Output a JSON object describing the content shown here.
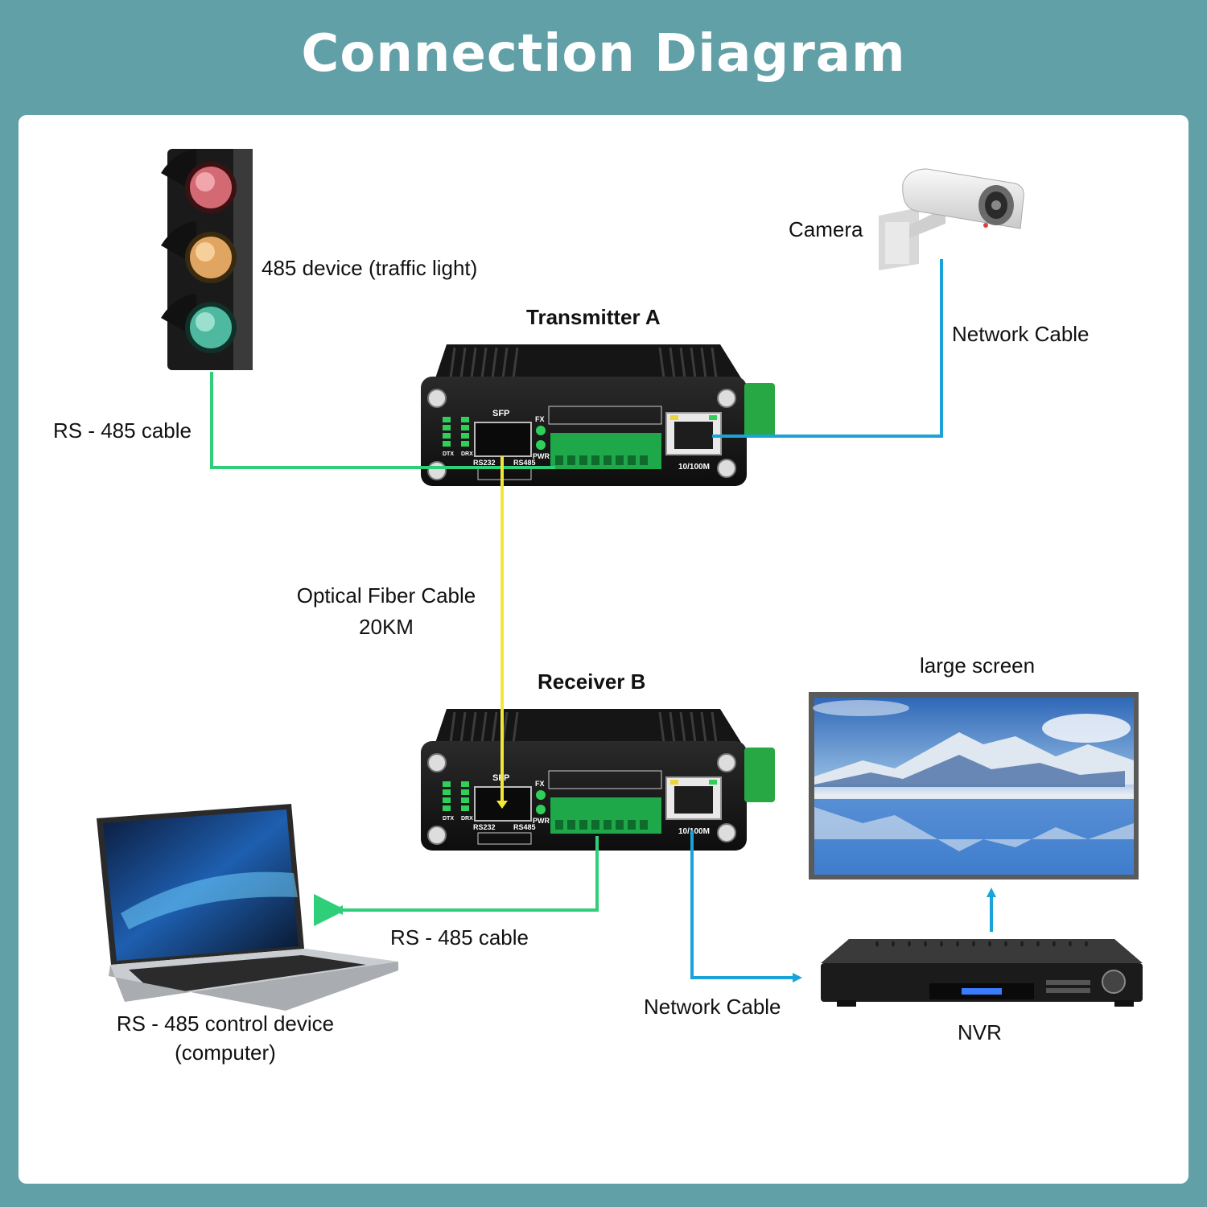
{
  "title": "Connection Diagram",
  "labels": {
    "traffic_light": "485 device (traffic light)",
    "camera": "Camera",
    "transmitter": "Transmitter A",
    "receiver": "Receiver B",
    "rs485_cable_top": "RS - 485 cable",
    "network_cable_top": "Network Cable",
    "fiber_line1": "Optical Fiber Cable",
    "fiber_line2": "20KM",
    "large_screen": "large screen",
    "rs485_cable_bottom": "RS - 485 cable",
    "network_cable_bottom": "Network Cable",
    "nvr": "NVR",
    "computer_line1": "RS - 485 control device",
    "computer_line2": "(computer)"
  },
  "device_panel": {
    "sfp": "SFP",
    "fx": "FX",
    "pwr": "PWR",
    "rs232": "RS232",
    "rs485": "RS485",
    "eth": "10/100M",
    "dtx": "DTX",
    "drx": "DRX"
  },
  "colors": {
    "background": "#62a0a8",
    "rs485_cable": "#2fcf7a",
    "network_cable": "#1aa3d8",
    "fiber_cable": "#f2e63a"
  }
}
